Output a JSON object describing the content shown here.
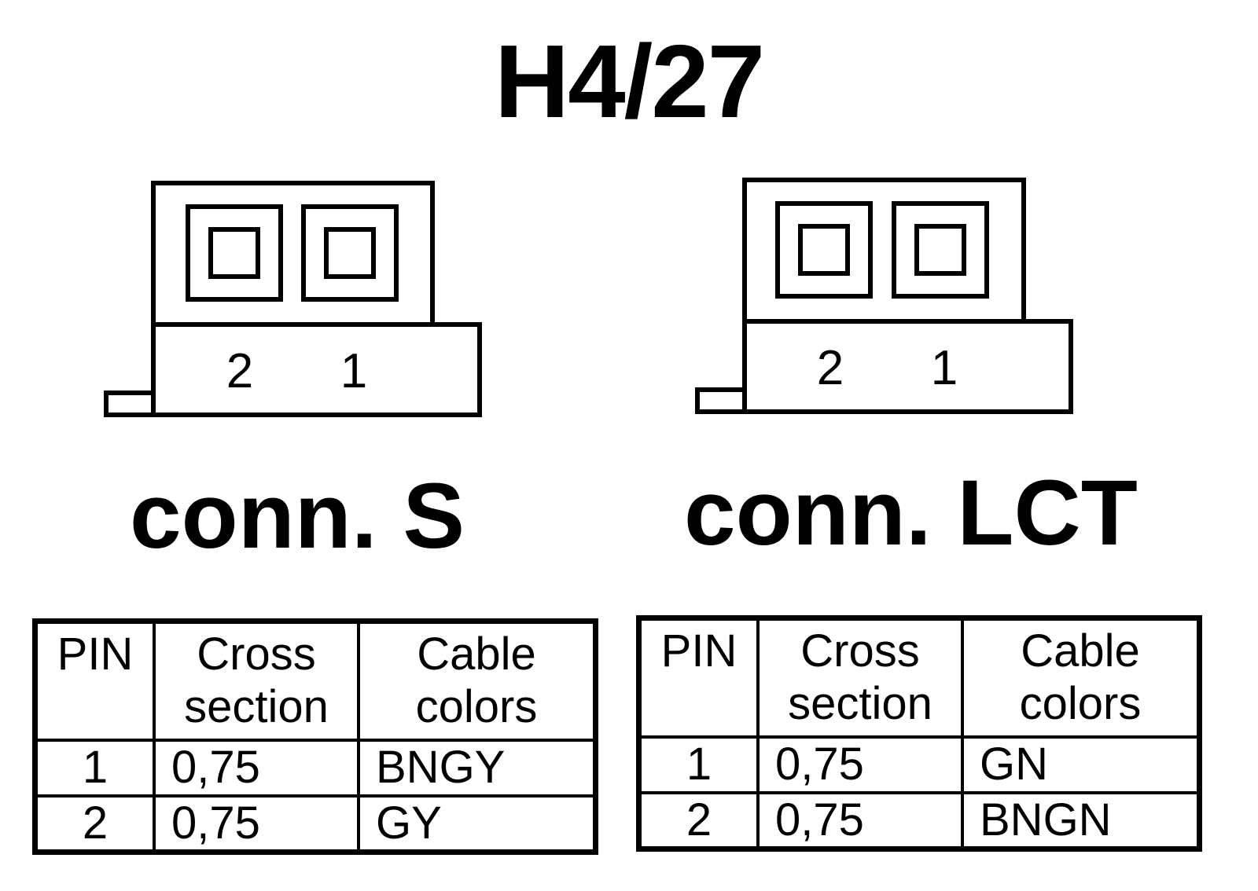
{
  "title": "H4/27",
  "connectors": [
    {
      "label": "conn. S",
      "pin_numbers": [
        "2",
        "1"
      ],
      "table": {
        "headers": {
          "pin": "PIN",
          "cross_line1": "Cross",
          "cross_line2": "section",
          "colors_line1": "Cable",
          "colors_line2": "colors"
        },
        "rows": [
          {
            "pin": "1",
            "cross_section": "0,75",
            "cable_color": "BNGY"
          },
          {
            "pin": "2",
            "cross_section": "0,75",
            "cable_color": "GY"
          }
        ]
      }
    },
    {
      "label": "conn. LCT",
      "pin_numbers": [
        "2",
        "1"
      ],
      "table": {
        "headers": {
          "pin": "PIN",
          "cross_line1": "Cross",
          "cross_line2": "section",
          "colors_line1": "Cable",
          "colors_line2": "colors"
        },
        "rows": [
          {
            "pin": "1",
            "cross_section": "0,75",
            "cable_color": "GN"
          },
          {
            "pin": "2",
            "cross_section": "0,75",
            "cable_color": "BNGN"
          }
        ]
      }
    }
  ],
  "colors": {
    "line": "#000000",
    "background": "#ffffff"
  }
}
